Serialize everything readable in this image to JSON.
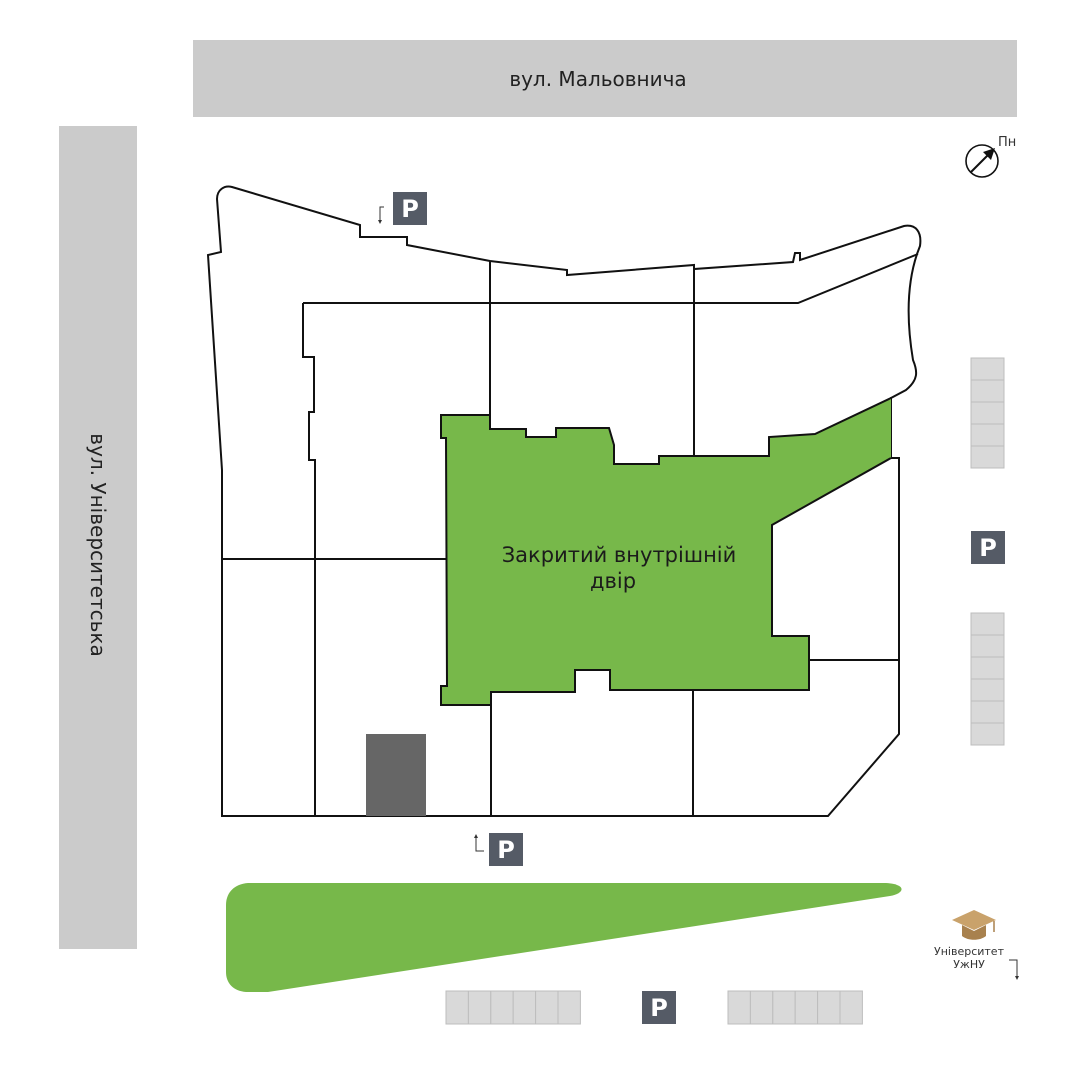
{
  "streets": {
    "top": "вул. Мальовнича",
    "left": "вул. Університетська"
  },
  "courtyard": {
    "line1": "Закритий внутрішній",
    "line2": "двір"
  },
  "compass": {
    "label": "Пн",
    "icon": "north-arrow-icon"
  },
  "university": {
    "line1": "Університет",
    "line2": "УжНУ",
    "icon": "graduation-cap-icon"
  },
  "parking": {
    "letter": "P",
    "icon": "parking-sign-icon"
  },
  "colors": {
    "green": "#77b84a",
    "street": "#cbcbcb",
    "parking_sign": "#555b66",
    "parking_slot": "#d9d9d9",
    "dark_block": "#666666",
    "cap": "#c9a26b"
  }
}
